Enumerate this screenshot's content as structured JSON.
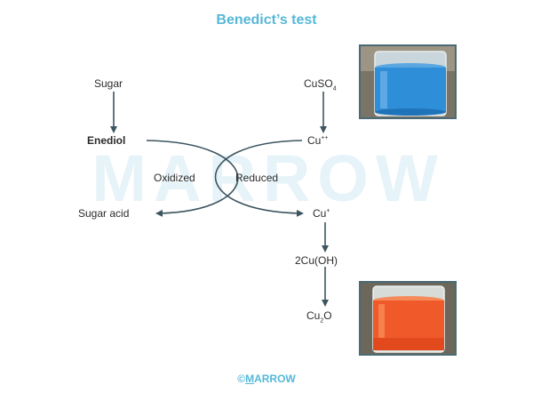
{
  "title": "Benedict’s test",
  "watermark": "MARROW",
  "left_chain": {
    "sugar": "Sugar",
    "enediol": "Enediol",
    "sugar_acid": "Sugar acid",
    "oxidized": "Oxidized"
  },
  "right_chain": {
    "cuso4_main": "CuSO",
    "cuso4_sub": "4",
    "cu_plus_plus_main": "Cu",
    "cu_plus_plus_sup": "++",
    "reduced": "Reduced",
    "cu_plus_main": "Cu",
    "cu_plus_sup": "+",
    "cuoh": "2Cu(OH)",
    "cu2o_cu": "Cu",
    "cu2o_sub": "2",
    "cu2o_o": "O"
  },
  "photos": {
    "top": {
      "liquid_color": "#2f8ed8",
      "description_icon": "blue-solution-beaker-photo"
    },
    "bottom": {
      "liquid_color": "#f05a2a",
      "description_icon": "red-precipitate-beaker-photo"
    }
  },
  "footer": {
    "symbol": "©",
    "first_letter": "M",
    "rest": "ARROW"
  },
  "colors": {
    "accent": "#56b8d8",
    "arrow": "#3d5560",
    "text": "#2b2b2b"
  }
}
